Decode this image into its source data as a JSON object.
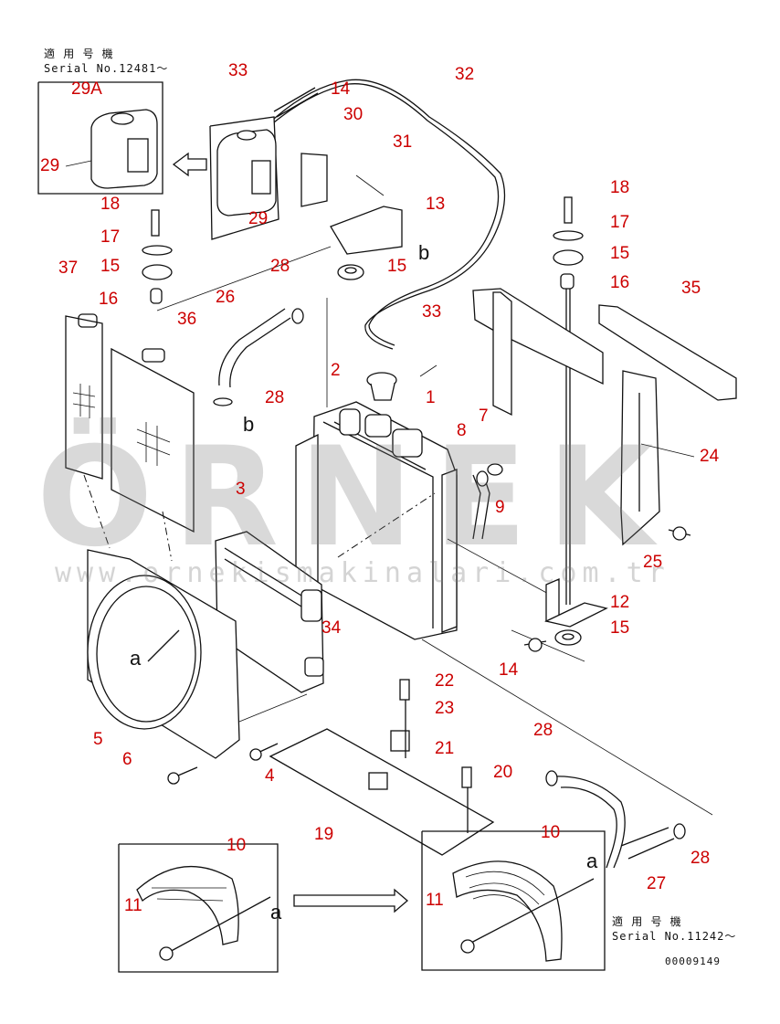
{
  "notes": {
    "top_title": "適 用 号 機",
    "top_serial": "Serial No.12481～",
    "bottom_title": "適 用 号 機",
    "bottom_serial": "Serial No.11242～",
    "drawing_number": "00009149"
  },
  "watermark": {
    "brand": "ÖRNEK",
    "url": "www.ornekismakinalari.com.tr"
  },
  "callouts": [
    "29A",
    "29",
    "18",
    "17",
    "15",
    "16",
    "37",
    "36",
    "33",
    "14",
    "30",
    "31",
    "13",
    "15",
    "29",
    "32",
    "28",
    "26",
    "28",
    "33",
    "2",
    "1",
    "8",
    "7",
    "9",
    "18",
    "17",
    "15",
    "16",
    "35",
    "24",
    "25",
    "3",
    "34",
    "12",
    "15",
    "14",
    "22",
    "23",
    "21",
    "20",
    "5",
    "6",
    "4",
    "19",
    "28",
    "27",
    "28",
    "10",
    "11",
    "10",
    "11"
  ],
  "view_letters": [
    "b",
    "b",
    "a",
    "a",
    "a",
    "a"
  ],
  "colors": {
    "callout": "#cc0000",
    "line": "#111111"
  }
}
